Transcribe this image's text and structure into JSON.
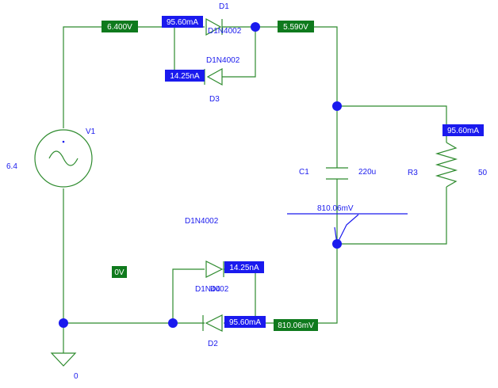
{
  "voltage_labels": [
    {
      "id": "vin",
      "text": "6.400V"
    },
    {
      "id": "vout",
      "text": "5.590V"
    },
    {
      "id": "gnd",
      "text": "0V"
    },
    {
      "id": "vneg",
      "text": "810.06mV"
    }
  ],
  "current_labels": [
    {
      "id": "d1",
      "text": "95.60mA"
    },
    {
      "id": "d3",
      "text": "14.25nA"
    },
    {
      "id": "r3",
      "text": "95.60mA"
    },
    {
      "id": "d4",
      "text": "14.25nA"
    },
    {
      "id": "d2",
      "text": "95.60mA"
    }
  ],
  "cap_probe_label": "810.06mV",
  "components": {
    "v1": {
      "ref": "V1",
      "value": "6.4"
    },
    "d1": {
      "ref": "D1",
      "model": "D1N4002"
    },
    "d3": {
      "ref": "D3",
      "model": "D1N4002"
    },
    "d2": {
      "ref": "D2",
      "model": "D1N4002"
    },
    "d4": {
      "ref": "D1N4002",
      "ref_overlap": "D4",
      "model": "D1N4002"
    },
    "c1": {
      "ref": "C1",
      "value": "220u"
    },
    "r3": {
      "ref": "R3",
      "value": "50"
    },
    "ground": {
      "value": "0"
    },
    "stray_model_label": "D1N4002"
  },
  "colors": {
    "wire": "#2e8b2e",
    "voltage_marker": "#0f7a1d",
    "current_marker": "#1a1aee",
    "node": "#1a1aee"
  }
}
